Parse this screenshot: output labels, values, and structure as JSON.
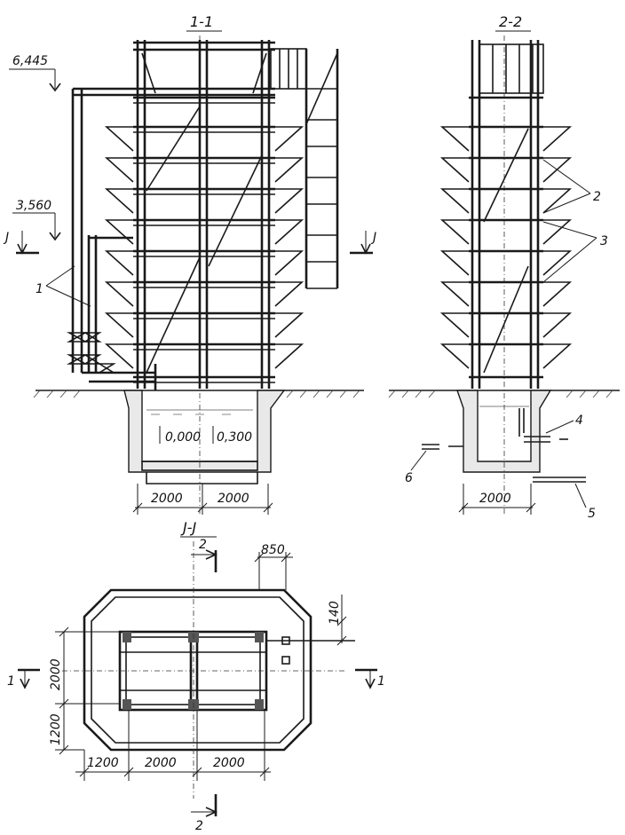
{
  "sections": {
    "s11": "1-1",
    "s22": "2-2",
    "sjj": "J-J"
  },
  "section_marks": {
    "j": "J",
    "one": "1",
    "two": "2"
  },
  "elevations": {
    "top": "6,445",
    "mid": "3,560",
    "basin_left": "0,000",
    "basin_right": "0,300"
  },
  "dimensions": {
    "d2000": "2000",
    "d1200": "1200",
    "d850": "850",
    "d140": "140"
  },
  "callouts": [
    "1",
    "2",
    "3",
    "4",
    "5",
    "6"
  ]
}
